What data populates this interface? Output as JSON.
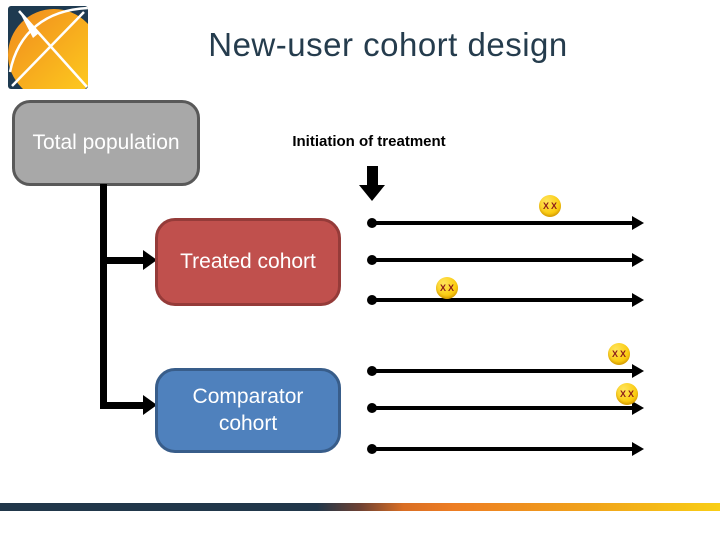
{
  "title": "New-user cohort design",
  "diagram": {
    "total_population_label": "Total population",
    "initiation_label": "Initiation of treatment",
    "treated_label": "Treated cohort",
    "comparator_label": "Comparator cohort",
    "groups": [
      {
        "name": "treated",
        "timelines": [
          {
            "has_event_marker": true,
            "marker_label": "XX",
            "marker_position": "mid-right-above-line"
          },
          {
            "has_event_marker": false
          },
          {
            "has_event_marker": true,
            "marker_label": "XX",
            "marker_position": "left-above-line"
          }
        ]
      },
      {
        "name": "comparator",
        "timelines": [
          {
            "has_event_marker": true,
            "marker_label": "XX",
            "marker_position": "right-above-line"
          },
          {
            "has_event_marker": true,
            "marker_label": "XX",
            "marker_position": "right-on-line"
          },
          {
            "has_event_marker": false
          }
        ]
      }
    ]
  },
  "colors": {
    "title_text": "#253C4D",
    "total_population_fill": "#A8A8A8",
    "total_population_border": "#595959",
    "treated_fill": "#C0504D",
    "treated_border": "#953B39",
    "comparator_fill": "#4F81BD",
    "comparator_border": "#385D8A",
    "event_marker_fill": "#FBCC10",
    "event_marker_text": "#8B1A1A",
    "timeline_color": "#000000",
    "footer_navy": "#21374A",
    "footer_orange": "#ED7D23",
    "footer_yellow": "#F9CE15",
    "logo_navy": "#1E3A50",
    "logo_orange": "#F08A1D",
    "logo_yellow": "#FFD21F"
  }
}
